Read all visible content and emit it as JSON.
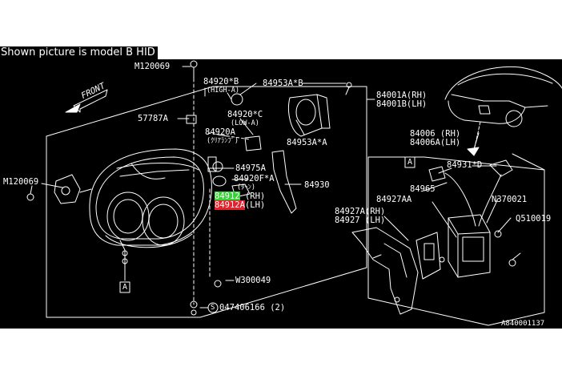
{
  "caption": "Shown picture is model B HID",
  "colors": {
    "background": "#000000",
    "line": "#ffffff",
    "highlight_green": "#35d235",
    "highlight_red": "#e4202a"
  },
  "labels": {
    "m120069_top": "M120069",
    "n84920b": "84920*B",
    "high_beam": "(HIGH-A)",
    "n84953ab": "84953A*B",
    "n84001a": "84001A(RH)",
    "n84001b": "84001B(LH)",
    "front": "FRONT",
    "n57787a": "57787A",
    "n84920c": "84920*C",
    "low_beam": "(LOW-A)",
    "n84920a": "84920A",
    "n84920a_note": "(ｸﾘｱﾗﾝﾌﾟ)",
    "n84953aa": "84953A*A",
    "n84975a": "84975A",
    "n84920fa": "84920F*A",
    "turn_note": "(ﾀｰﾝ)",
    "n84930": "84930",
    "m120069_left": "M120069",
    "n84912_rh": "84912",
    "rh": "(RH)",
    "n84912a_lh": "84912A",
    "lh": "(LH)",
    "w300049": "W300049",
    "n047406166": "047406166 (2)",
    "circle_s": "S",
    "box_a_left": "A",
    "box_a_right": "A",
    "n84006_rh": "84006 (RH)",
    "n84006a_lh": "84006A(LH)",
    "n84931d": "84931*D",
    "n84965": "84965",
    "n84927aa": "84927AA",
    "n370021": "N370021",
    "n84927a_rh": "84927A(RH)",
    "n84927_lh": "84927 (LH)",
    "q510019": "Q510019",
    "ref_code": "A840001137"
  }
}
